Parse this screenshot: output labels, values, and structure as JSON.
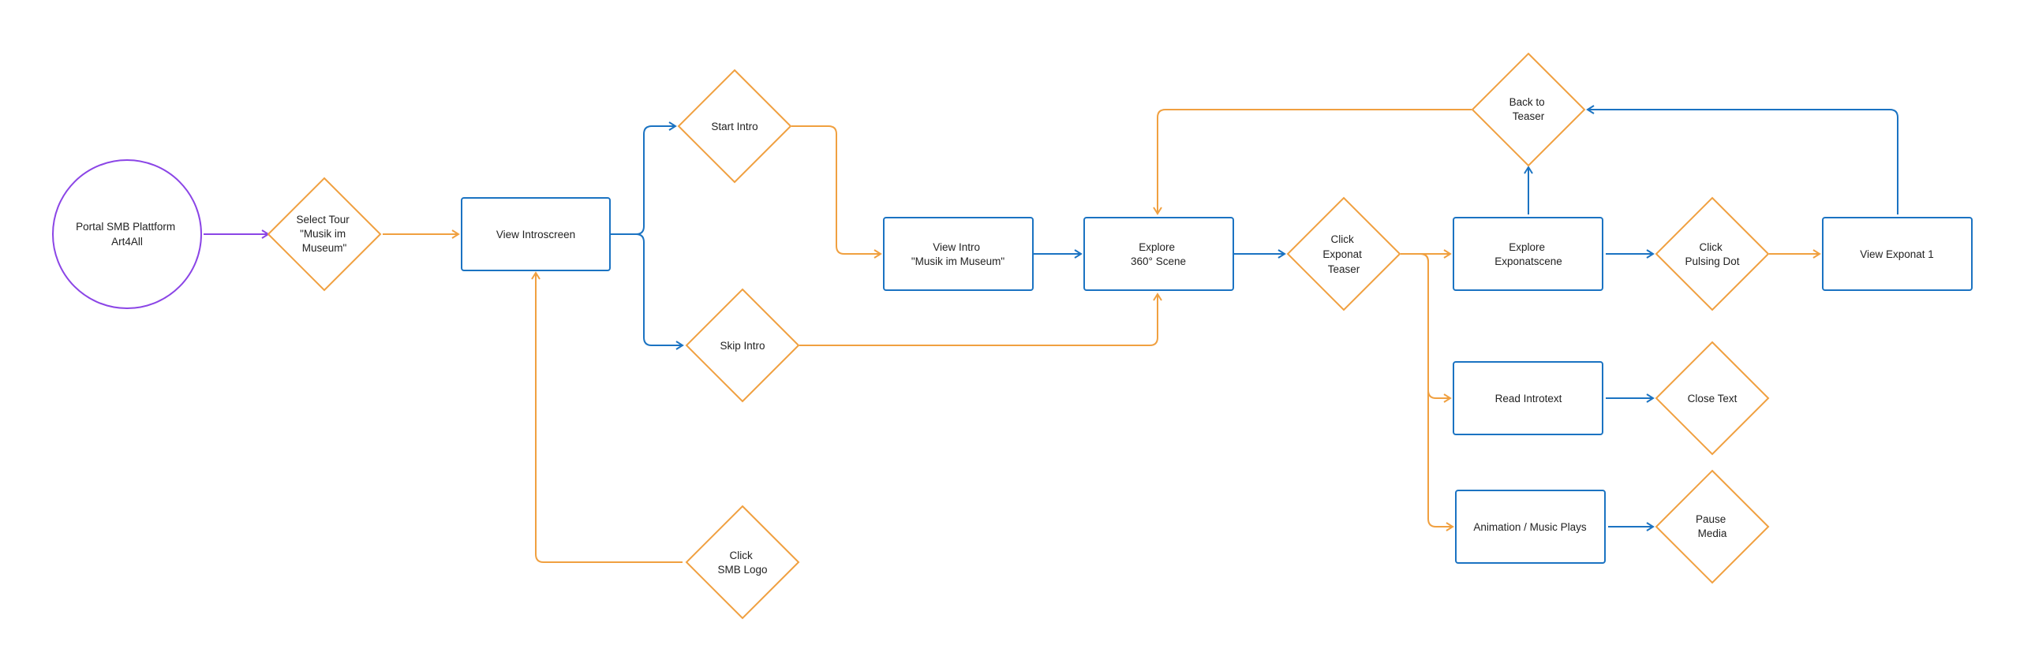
{
  "colors": {
    "process": "#1b73c2",
    "decision": "#f0a040",
    "start": "#8b45e6",
    "text": "#222222",
    "background": "#ffffff"
  },
  "nodes": {
    "portal": {
      "lines": [
        "Portal SMB Plattform",
        "Art4All"
      ]
    },
    "select_tour": {
      "lines": [
        "Select Tour",
        "\"Musik im",
        "Museum\""
      ]
    },
    "view_introscreen": {
      "lines": [
        "View Introscreen"
      ]
    },
    "start_intro": {
      "lines": [
        "Start Intro"
      ]
    },
    "skip_intro": {
      "lines": [
        "Skip Intro"
      ]
    },
    "click_smb_logo": {
      "lines": [
        "Click",
        "SMB Logo"
      ]
    },
    "view_intro": {
      "lines": [
        "View Intro",
        "\"Musik im Museum\""
      ]
    },
    "explore_360": {
      "lines": [
        "Explore",
        "360° Scene"
      ]
    },
    "click_exponat_teaser": {
      "lines": [
        "Click",
        "Exponat",
        "Teaser"
      ]
    },
    "back_to_teaser": {
      "lines": [
        "Back to",
        "Teaser"
      ]
    },
    "explore_exponatscene": {
      "lines": [
        "Explore",
        "Exponatscene"
      ]
    },
    "click_pulsing_dot": {
      "lines": [
        "Click",
        "Pulsing Dot"
      ]
    },
    "view_exponat_1": {
      "lines": [
        "View Exponat 1"
      ]
    },
    "read_introtext": {
      "lines": [
        "Read Introtext"
      ]
    },
    "close_text": {
      "lines": [
        "Close Text"
      ]
    },
    "animation_music": {
      "lines": [
        "Animation / Music Plays"
      ]
    },
    "pause_media": {
      "lines": [
        "Pause",
        "Media"
      ]
    }
  }
}
